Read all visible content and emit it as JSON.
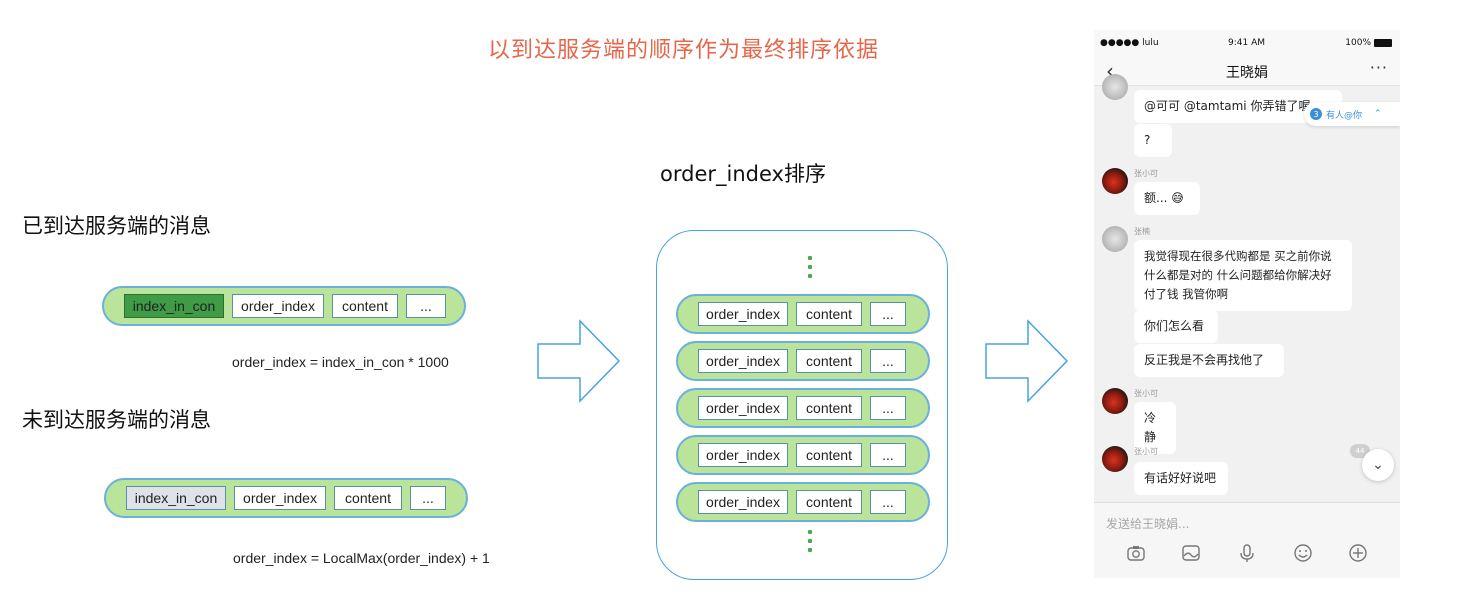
{
  "title": "以到达服务端的顺序作为最终排序依据",
  "arrived": {
    "label": "已到达服务端的消息",
    "fields": [
      "index_in_con",
      "order_index",
      "content",
      "..."
    ],
    "formula": "order_index = index_in_con * 1000"
  },
  "pending": {
    "label": "未到达服务端的消息",
    "fields": [
      "index_in_con",
      "order_index",
      "content",
      "..."
    ],
    "formula": "order_index = LocalMax(order_index) + 1"
  },
  "sorted": {
    "label": "order_index排序",
    "rows": [
      [
        "order_index",
        "content",
        "..."
      ],
      [
        "order_index",
        "content",
        "..."
      ],
      [
        "order_index",
        "content",
        "..."
      ],
      [
        "order_index",
        "content",
        "..."
      ],
      [
        "order_index",
        "content",
        "..."
      ]
    ]
  },
  "phone": {
    "status": {
      "carrier": "●●●●● lulu",
      "time": "9:41 AM",
      "battery": "100%"
    },
    "chat_title": "王晓娟",
    "more": "···",
    "mention_badge": {
      "count": "3",
      "text": "有人@你"
    },
    "unread_chip": "44",
    "messages": [
      {
        "sender": "",
        "text": "@可可 @tamtami 你弄错了喔"
      },
      {
        "sender": "",
        "text": "?"
      },
      {
        "sender": "张小可",
        "text": "额... 😅"
      },
      {
        "sender": "张楠",
        "text": "我觉得现在很多代购都是 买之前你说什么都是对的 什么问题都给你解决好 付了钱 我管你啊"
      },
      {
        "sender": "",
        "text": "你们怎么看"
      },
      {
        "sender": "",
        "text": "反正我是不会再找他了"
      },
      {
        "sender": "张小可",
        "text": "冷静"
      },
      {
        "sender": "张小可",
        "text": "有话好好说吧"
      }
    ],
    "input_placeholder": "发送给王晓娟...",
    "toolbar_icons": [
      "camera-icon",
      "image-icon",
      "microphone-icon",
      "emoji-icon",
      "plus-icon"
    ]
  },
  "colors": {
    "title": "#e8654a",
    "pill_fill": "#b9e49a",
    "pill_border": "#6ab0de",
    "highlight_green": "#3f9b45",
    "highlight_gray": "#dde3e8",
    "arrow_stroke": "#4aa3df"
  }
}
